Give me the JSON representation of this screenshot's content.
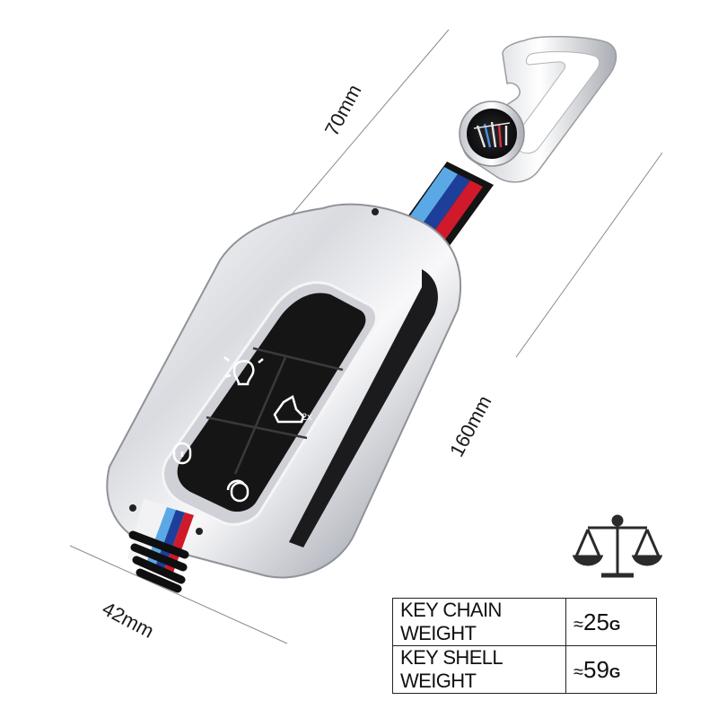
{
  "dimensions": {
    "length_chain": "70mm",
    "length_shell": "160mm",
    "width": "42mm"
  },
  "weights": [
    {
      "label": "KEY CHAIN WEIGHT",
      "approx": "≈",
      "value": "25",
      "unit": "G"
    },
    {
      "label": "KEY SHELL WEIGHT",
      "approx": "≈",
      "value": "59",
      "unit": "G"
    }
  ],
  "icons": [
    "balance-scale-icon",
    "light-bulb-icon",
    "trunk-open-icon",
    "lock-icon",
    "unlock-icon"
  ],
  "colors": {
    "shell_chrome": "#e8e9ec",
    "button_panel": "#151515",
    "stripe_blue_light": "#5aa9e6",
    "stripe_blue_dark": "#1d3f9a",
    "stripe_red": "#d0192b"
  }
}
